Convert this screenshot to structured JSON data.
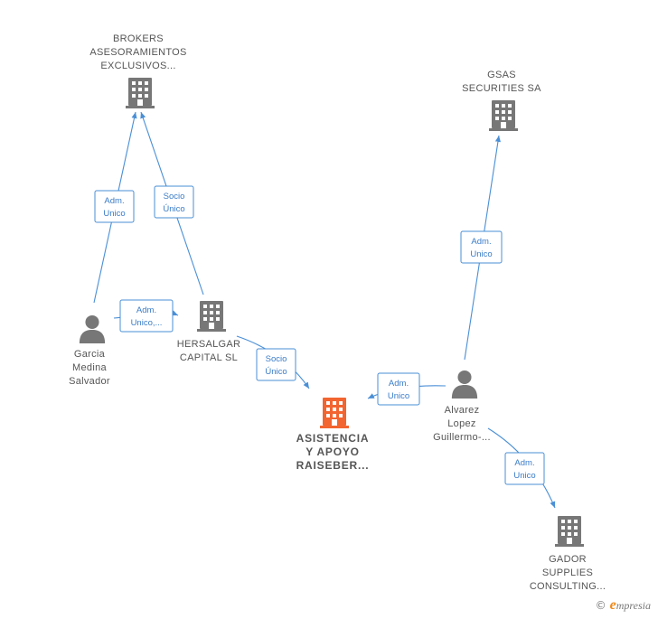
{
  "colors": {
    "company": "#777777",
    "focus_company": "#f26430",
    "person": "#777777",
    "edge": "#4a8fd6",
    "brand_e": "#f08a1c"
  },
  "nodes": [
    {
      "id": "brokers",
      "type": "company",
      "icon": "building-icon",
      "lines": [
        "BROKERS",
        "ASESORAMIENTOS",
        "EXCLUSIVOS..."
      ]
    },
    {
      "id": "gsas",
      "type": "company",
      "icon": "building-icon",
      "lines": [
        "GSAS",
        "SECURITIES SA"
      ]
    },
    {
      "id": "hersalgar",
      "type": "company",
      "icon": "building-icon",
      "lines": [
        "HERSALGAR",
        "CAPITAL  SL"
      ]
    },
    {
      "id": "garcia",
      "type": "person",
      "icon": "person-icon",
      "lines": [
        "Garcia",
        "Medina",
        "Salvador"
      ]
    },
    {
      "id": "asistencia",
      "type": "focus",
      "icon": "building-icon",
      "lines": [
        "ASISTENCIA",
        "Y APOYO",
        "RAISEBER..."
      ]
    },
    {
      "id": "alvarez",
      "type": "person",
      "icon": "person-icon",
      "lines": [
        "Alvarez",
        "Lopez",
        "Guillermo-..."
      ]
    },
    {
      "id": "gador",
      "type": "company",
      "icon": "building-icon",
      "lines": [
        "GADOR",
        "SUPPLIES",
        "CONSULTING..."
      ]
    }
  ],
  "edges": [
    {
      "id": "garcia-brokers",
      "lines": [
        "Adm.",
        "Unico"
      ]
    },
    {
      "id": "hersalgar-brokers",
      "lines": [
        "Socio",
        "Único"
      ]
    },
    {
      "id": "garcia-hersalgar",
      "lines": [
        "Adm.",
        "Unico,..."
      ]
    },
    {
      "id": "hersalgar-asistencia",
      "lines": [
        "Socio",
        "Único"
      ]
    },
    {
      "id": "alvarez-asistencia",
      "lines": [
        "Adm.",
        "Unico"
      ]
    },
    {
      "id": "alvarez-gsas",
      "lines": [
        "Adm.",
        "Unico"
      ]
    },
    {
      "id": "alvarez-gador",
      "lines": [
        "Adm.",
        "Unico"
      ]
    }
  ],
  "footer": {
    "copyright": "©",
    "brand_initial": "e",
    "brand_rest": "mpresia"
  }
}
